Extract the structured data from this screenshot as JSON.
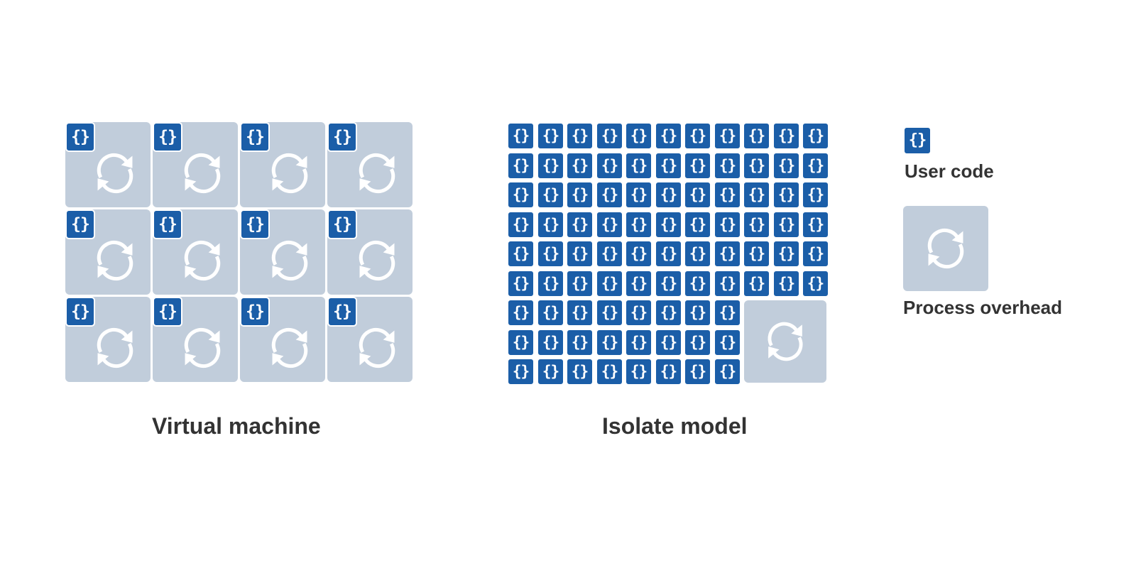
{
  "legend": {
    "user_code_label": "User code",
    "process_overhead_label": "Process overhead"
  },
  "virtual_machine": {
    "caption": "Virtual machine",
    "rows": 3,
    "cols": 4
  },
  "isolate_model": {
    "caption": "Isolate model",
    "full_rows": 6,
    "full_cols": 11,
    "partial_rows": 3,
    "partial_cols": 8
  },
  "icon": {
    "code_glyph": "{}",
    "code_icon_name": "code-braces-icon",
    "process_icon_name": "cycle-arrows-icon"
  },
  "colors": {
    "code_blue": "#1b5ea8",
    "process_gray": "#c1cddb",
    "text": "#333333"
  }
}
